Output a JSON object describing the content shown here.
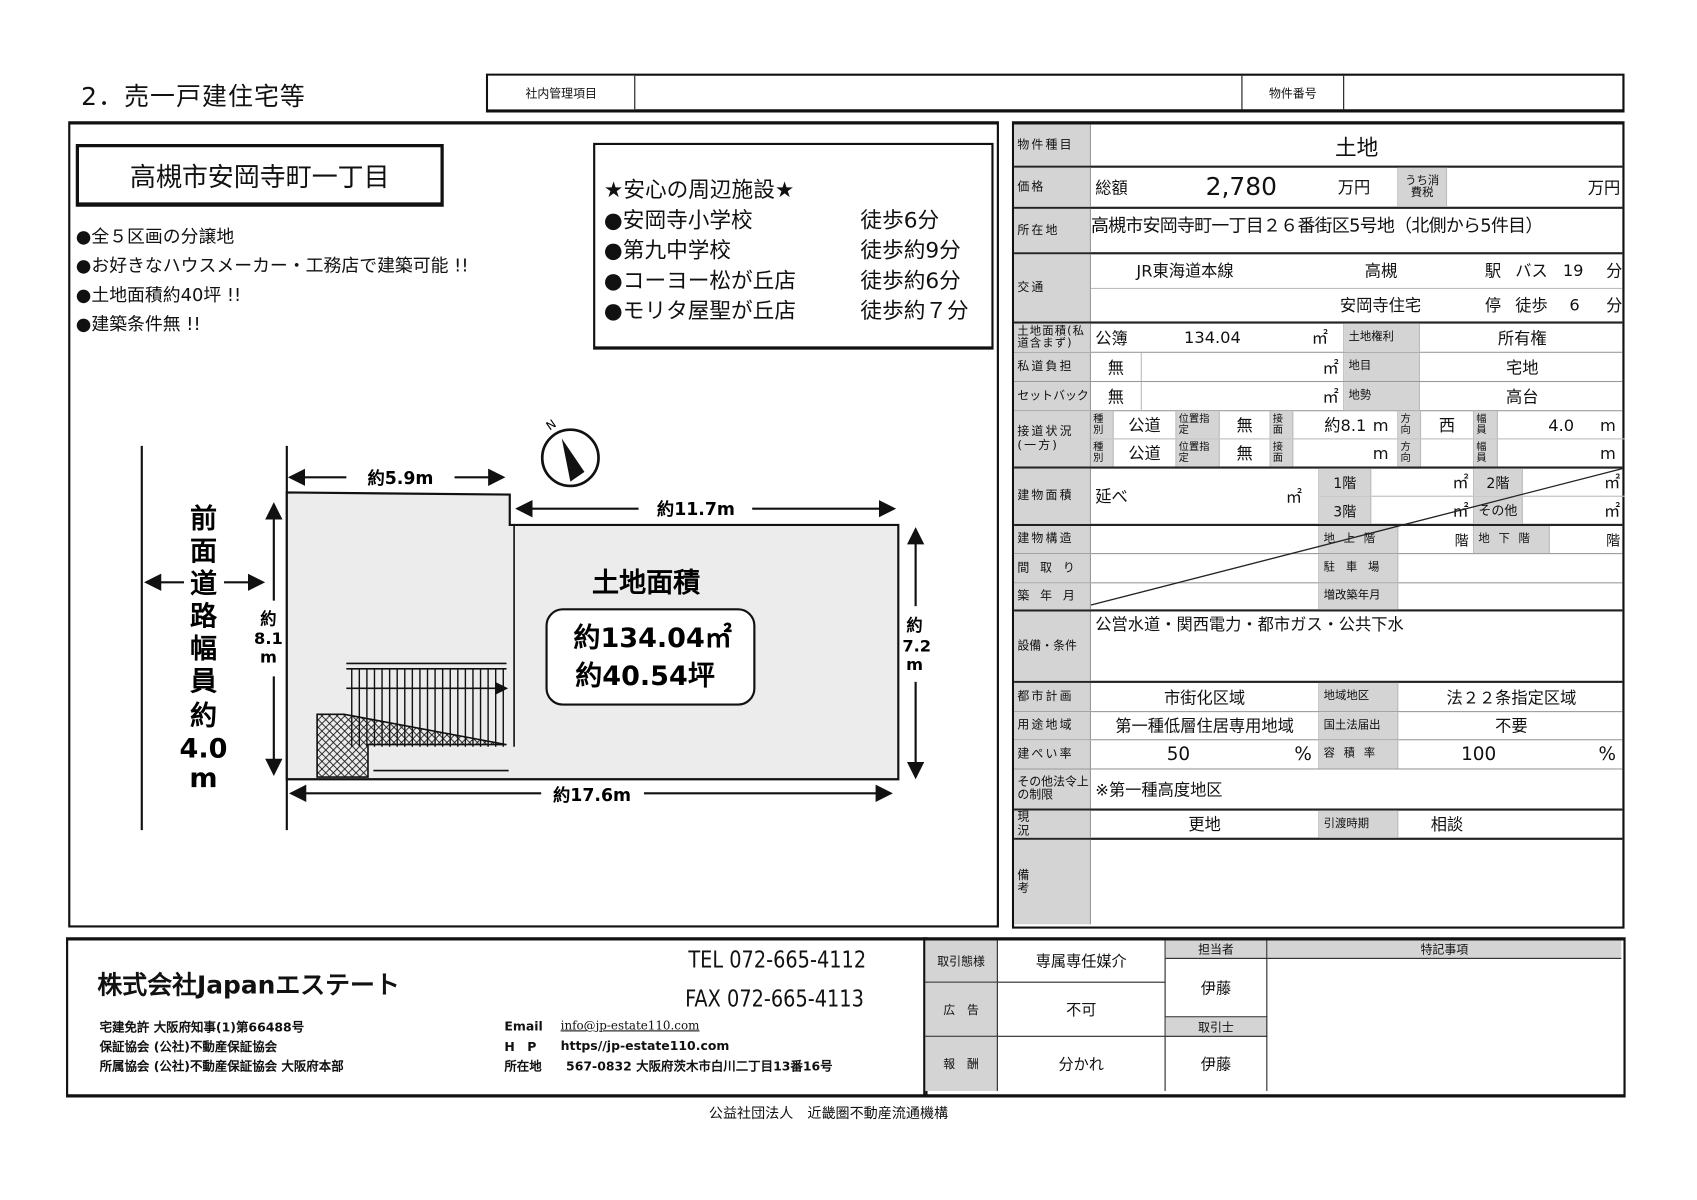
{
  "header": {
    "title": "2．売一戸建住宅等",
    "mgmt_label": "社内管理項目",
    "mgmt_value": "",
    "property_no_label": "物件番号",
    "property_no_value": ""
  },
  "left": {
    "town": "高槻市安岡寺町一丁目",
    "bullets": [
      "●全５区画の分譲地",
      "●お好きなハウスメーカー・工務店で建築可能 !!",
      "●土地面積約40坪 !!",
      "●建築条件無 !!"
    ],
    "facilities_title": "★安心の周辺施設★",
    "facilities": [
      {
        "name": "●安岡寺小学校",
        "time": "徒歩6分"
      },
      {
        "name": "●第九中学校",
        "time": "徒歩約9分"
      },
      {
        "name": "●コーヨー松が丘店",
        "time": "徒歩約6分"
      },
      {
        "name": "●モリタ屋聖が丘店",
        "time": "徒歩約７分"
      }
    ],
    "diagram": {
      "road": [
        "前",
        "面",
        "道",
        "路",
        "幅",
        "員",
        "約",
        "4.0",
        "m"
      ],
      "top_left_width": "約5.9m",
      "top_right_width": "約11.7m",
      "left_depth": [
        "約",
        "8.1",
        "m"
      ],
      "right_depth": [
        "約",
        "7.2",
        "m"
      ],
      "bottom_width": "約17.6m",
      "area_title": "土地面積",
      "area_sqm": "約134.04㎡",
      "area_tsubo": "約40.54坪",
      "north": "N"
    }
  },
  "spec": {
    "type_label": "物件種目",
    "type": "土地",
    "price_label": "価格",
    "price_total_label": "総額",
    "price": "2,780",
    "price_unit": "万円",
    "tax_label": "うち消費税",
    "tax_unit": "万円",
    "address_label": "所在地",
    "address": "高槻市安岡寺町一丁目２６番街区5号地（北側から5件目）",
    "transport_label": "交通",
    "transport": {
      "line": "JR東海道本線",
      "station": "高槻",
      "station_suffix": "駅",
      "mode1": "バス",
      "min1": "19",
      "unit1": "分",
      "stop": "安岡寺住宅",
      "stop_suffix": "停",
      "mode2": "徒歩",
      "min2": "6",
      "unit2": "分"
    },
    "land_area_label": "土地面積(私道含まず)",
    "land_area_kind": "公簿",
    "land_area": "134.04",
    "sqm": "㎡",
    "land_right_label": "土地権利",
    "land_right": "所有権",
    "private_road_label": "私道負担",
    "private_road": "無",
    "chimoku_label": "地目",
    "chimoku": "宅地",
    "setback_label": "セットバック",
    "setback": "無",
    "terrain_label": "地勢",
    "terrain": "高台",
    "road_access_label": "接道状況(一方)",
    "road_access": [
      {
        "kind_label": "種別",
        "kind": "公道",
        "designation_label": "位置指定",
        "designation": "無",
        "frontage_label": "接面",
        "frontage": "約8.1",
        "m": "m",
        "direction_label": "方向",
        "direction": "西",
        "width_label": "幅員",
        "width": "4.0"
      },
      {
        "kind_label": "種別",
        "kind": "公道",
        "designation_label": "位置指定",
        "designation": "無",
        "frontage_label": "接面",
        "frontage": "",
        "m": "m",
        "direction_label": "方向",
        "direction": "",
        "width_label": "幅員",
        "width": ""
      }
    ],
    "building_area_label": "建物面積",
    "building_total_label": "延べ",
    "floor1": "1階",
    "floor2": "2階",
    "floor3": "3階",
    "floor_other": "その他",
    "structure_label": "建物構造",
    "above_label": "地上階",
    "below_label": "地下階",
    "kai": "階",
    "layout_label": "間取り",
    "parking_label": "駐車場",
    "built_label": "築年月",
    "renovated_label": "増改築年月",
    "facilities_label": "設備・条件",
    "facilities": "公営水道・関西電力・都市ガス・公共下水",
    "city_plan_label": "都市計画",
    "city_plan": "市街化区域",
    "district_label": "地域地区",
    "district": "法２２条指定区域",
    "zoning_label": "用途地域",
    "zoning": "第一種低層住居専用地域",
    "land_law_label": "国土法届出",
    "land_law": "不要",
    "coverage_label": "建ぺい率",
    "coverage": "50",
    "percent": "%",
    "far_label": "容積率",
    "far": "100",
    "other_law_label": "その他法令上の制限",
    "other_law": "※第一種高度地区",
    "status_label": "現況",
    "status": "更地",
    "handover_label": "引渡時期",
    "handover": "相談",
    "remarks_label": "備考",
    "remarks": ""
  },
  "footer": {
    "company": "株式会社Japanエステート",
    "tel": "TEL 072-665-4112",
    "fax": "FAX 072-665-4113",
    "license": "宅建免許  大阪府知事(1)第66488号",
    "guarantee": "保証協会  (公社)不動産保証協会",
    "membership": "所属協会  (公社)不動産保証協会  大阪府本部",
    "email_label": "Email",
    "email": "info@jp-estate110.com",
    "hp_label": "H　P",
    "hp": "https//jp-estate110.com",
    "addr_label": "所在地",
    "addr": "567-0832  大阪府茨木市白川二丁目13番16号",
    "deal_label": "取引態様",
    "deal": "専属専任媒介",
    "ad_label": "広　告",
    "ad": "不可",
    "fee_label": "報　酬",
    "fee": "分かれ",
    "person_label": "担当者",
    "person": "伊藤",
    "broker_label": "取引士",
    "broker": "伊藤",
    "notes_label": "特記事項",
    "notes": ""
  },
  "association": "公益社団法人　近畿圏不動産流通機構"
}
